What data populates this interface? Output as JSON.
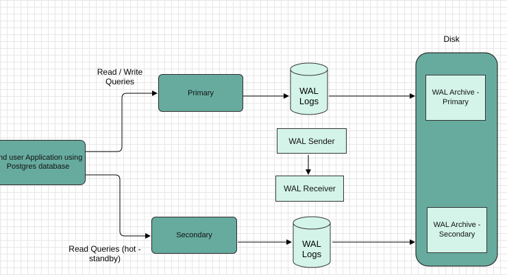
{
  "disk": {
    "title": "Disk"
  },
  "client": {
    "label": "End user Application using Postgres database"
  },
  "edges": {
    "read_write": "Read / Write Queries",
    "read_only": "Read Queries (hot - standby)"
  },
  "nodes": {
    "primary": "Primary",
    "secondary": "Secondary",
    "wal_sender": "WAL Sender",
    "wal_receiver": "WAL Receiver",
    "wal_logs_top": "WAL Logs",
    "wal_logs_bottom": "WAL Logs",
    "archive_primary": "WAL Archive - Primary",
    "archive_secondary": "WAL Archive - Secondary"
  }
}
